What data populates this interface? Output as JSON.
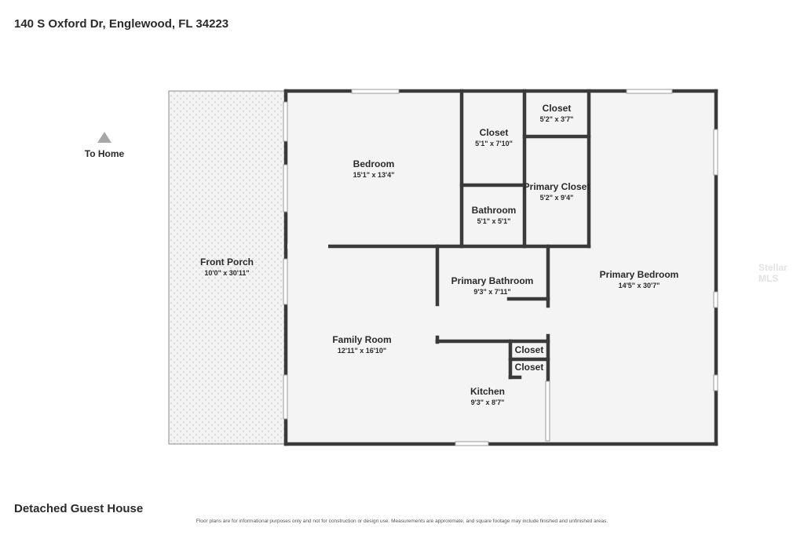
{
  "header": {
    "address": "140 S Oxford Dr, Englewood, FL 34223"
  },
  "footer": {
    "title": "Detached Guest House",
    "disclaimer": "Floor plans are for informational purposes only and not for construction or design use. Measurements are approximate, and square footage may include finished and unfinished areas."
  },
  "watermark": "Stellar MLS",
  "direction": {
    "label": "To Home",
    "icon": "triangle-up-icon"
  },
  "rooms": {
    "bedroom": {
      "name": "Bedroom",
      "dims": "15'1\" x 13'4\""
    },
    "closet_center": {
      "name": "Closet",
      "dims": "5'1\" x 7'10\""
    },
    "closet_top": {
      "name": "Closet",
      "dims": "5'2\" x 3'7\""
    },
    "primary_closet": {
      "name": "Primary Closet",
      "dims": "5'2\" x 9'4\""
    },
    "bathroom": {
      "name": "Bathroom",
      "dims": "5'1\" x 5'1\""
    },
    "front_porch": {
      "name": "Front Porch",
      "dims": "10'0\" x 30'11\""
    },
    "primary_bathroom": {
      "name": "Primary Bathroom",
      "dims": "9'3\" x 7'11\""
    },
    "primary_bedroom": {
      "name": "Primary Bedroom",
      "dims": "14'5\" x 30'7\""
    },
    "family_room": {
      "name": "Family Room",
      "dims": "12'11\" x 16'10\""
    },
    "closet_small_1": {
      "name": "Closet"
    },
    "closet_small_2": {
      "name": "Closet"
    },
    "kitchen": {
      "name": "Kitchen",
      "dims": "9'3\" x 8'7\""
    }
  }
}
